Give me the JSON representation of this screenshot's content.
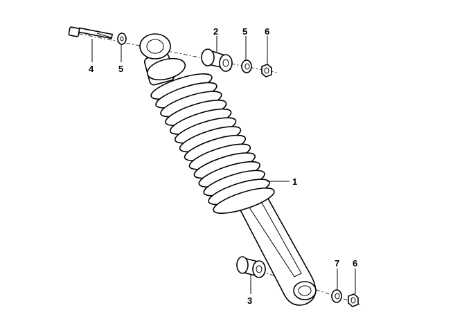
{
  "diagram": {
    "title": "Rear shock absorber exploded parts diagram",
    "callouts": [
      {
        "id": "c1",
        "text": "1"
      },
      {
        "id": "c2",
        "text": "2"
      },
      {
        "id": "c3",
        "text": "3"
      },
      {
        "id": "c4",
        "text": "4"
      },
      {
        "id": "c5a",
        "text": "5"
      },
      {
        "id": "c5b",
        "text": "5"
      },
      {
        "id": "c6a",
        "text": "6"
      },
      {
        "id": "c6b",
        "text": "6"
      },
      {
        "id": "c7",
        "text": "7"
      }
    ]
  }
}
